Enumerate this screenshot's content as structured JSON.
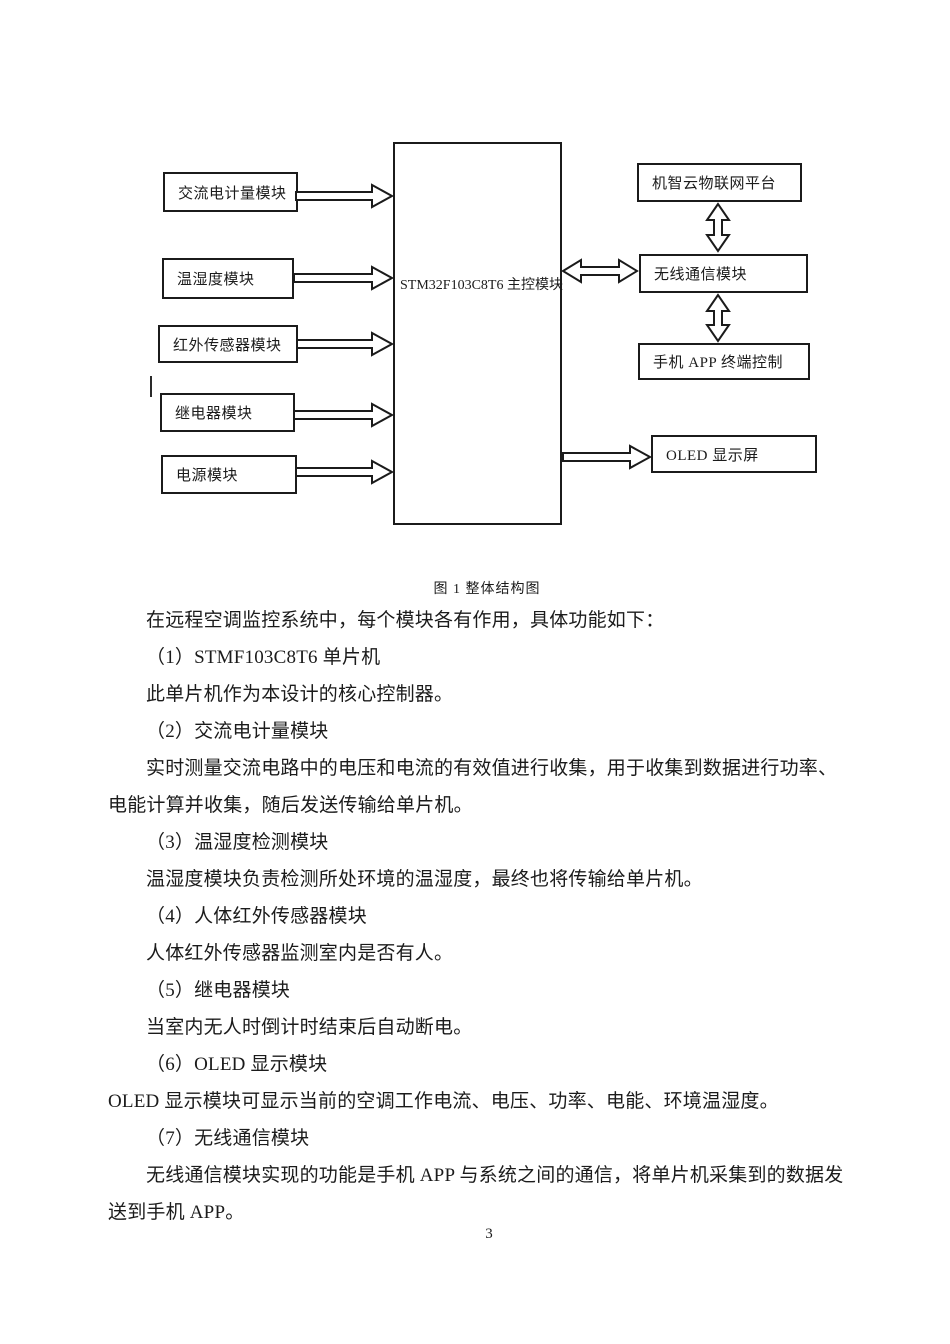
{
  "figure": {
    "caption": "图 1  整体结构图",
    "nodes": {
      "ac_meter": "交流电计量模块",
      "temp_humidity": "温湿度模块",
      "ir_sensor": "红外传感器模块",
      "relay": "继电器模块",
      "power": "电源模块",
      "mcu": "STM32F103C8T6 主控模块",
      "cloud": "机智云物联网平台",
      "wireless": "无线通信模块",
      "phone_app": "手机 APP 终端控制",
      "oled": "OLED 显示屏"
    }
  },
  "body": {
    "lines": [
      "在远程空调监控系统中，每个模块各有作用，具体功能如下：",
      "（1）STMF103C8T6 单片机",
      "此单片机作为本设计的核心控制器。",
      "（2）交流电计量模块",
      "实时测量交流电路中的电压和电流的有效值进行收集，用于收集到数据进行功率、",
      "电能计算并收集，随后发送传输给单片机。",
      "（3）温湿度检测模块",
      "温湿度模块负责检测所处环境的温湿度，最终也将传输给单片机。",
      "（4）人体红外传感器模块",
      "人体红外传感器监测室内是否有人。",
      "（5）继电器模块",
      "当室内无人时倒计时结束后自动断电。",
      "（6）OLED 显示模块",
      "OLED 显示模块可显示当前的空调工作电流、电压、功率、电能、环境温湿度。",
      "（7）无线通信模块",
      "无线通信模块实现的功能是手机 APP 与系统之间的通信，将单片机采集到的数据发",
      "送到手机 APP。"
    ]
  },
  "page": {
    "number": "3"
  }
}
